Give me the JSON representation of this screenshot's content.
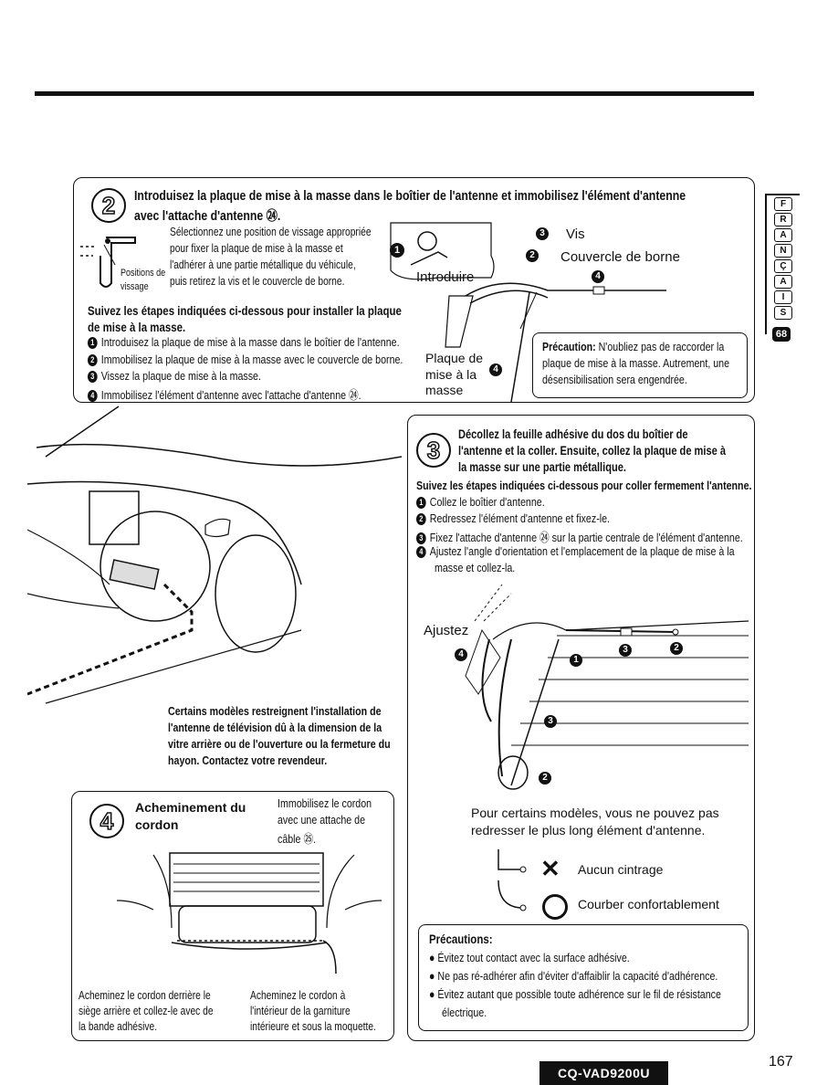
{
  "step2": {
    "num": "2",
    "title_l1": "Introduisez la plaque de mise à la masse dans le boîtier de l'antenne et immobilisez l'élément d'antenne",
    "title_l2": "avec l'attache d'antenne ㉔.",
    "select_l1": "Sélectionnez une position de vissage appropriée",
    "select_l2": "pour fixer la plaque de mise à la masse et",
    "select_l3": "l'adhérer à une partie métallique du véhicule,",
    "select_l4": "puis retirez la vis et le couvercle de borne.",
    "positions_l1": "Positions de",
    "positions_l2": "vissage",
    "follow_l1": "Suivez les étapes indiquées ci-dessous pour installer la plaque",
    "follow_l2": "de mise à la masse.",
    "steps": [
      {
        "n": "1",
        "text": "Introduisez la plaque de mise à la masse dans le boîtier de l'antenne."
      },
      {
        "n": "2",
        "text": "Immobilisez la plaque de mise à la masse avec le couvercle de borne."
      },
      {
        "n": "3",
        "text": "Vissez la plaque de mise à la masse."
      },
      {
        "n": "4",
        "text": "Immobilisez l'élément d'antenne avec l'attache d'antenne ㉔."
      }
    ],
    "label_introduire": "Introduire",
    "label_vis": "Vis",
    "label_couvercle": "Couvercle de borne",
    "label_plaque_l1": "Plaque de",
    "label_plaque_l2": "mise à la",
    "label_plaque_l3": "masse",
    "caution_label": "Précaution:",
    "caution_l1": " N'oubliez pas de raccorder la",
    "caution_l2": "plaque de mise à la masse. Autrement, une",
    "caution_l3": "désensibilisation sera engendrée."
  },
  "step3": {
    "num": "3",
    "title_l1": "Décollez la feuille adhésive du dos du boîtier de",
    "title_l2": "l'antenne et la coller. Ensuite, collez la plaque de mise à",
    "title_l3": "la masse sur une partie métallique.",
    "follow": "Suivez les étapes indiquées ci-dessous pour coller fermement l'antenne.",
    "steps": [
      {
        "n": "1",
        "text": "Collez le boîtier d'antenne."
      },
      {
        "n": "2",
        "text": "Redressez l'élément d'antenne et fixez-le."
      },
      {
        "n": "3",
        "text": "Fixez l'attache d'antenne ㉔ sur la partie centrale de l'élément d'antenne."
      },
      {
        "n": "4",
        "text": "Ajustez l'angle d'orientation et l'emplacement de la plaque de mise à la"
      }
    ],
    "step4_cont": "masse et collez-la.",
    "label_ajustez": "Ajustez",
    "some_models_l1": "Pour certains modèles, vous ne pouvez pas",
    "some_models_l2": "redresser le plus long élément d'antenne.",
    "no_bend": "Aucun cintrage",
    "gentle_bend": "Courber confortablement",
    "precautions_title": "Précautions:",
    "precautions": [
      "Évitez tout contact avec la surface adhésive.",
      "Ne pas ré-adhérer afin d'éviter d'affaiblir la capacité d'adhérence.",
      "Évitez autant que possible toute adhérence sur le fil de résistance"
    ],
    "precaution_cont": "électrique."
  },
  "car_note_l1": "Certains modèles restreignent l'installation de",
  "car_note_l2": "l'antenne de télévision dû à la dimension de la",
  "car_note_l3": "vitre arrière ou de l'ouverture ou la fermeture du",
  "car_note_l4": "hayon. Contactez votre revendeur.",
  "step4": {
    "num": "4",
    "title_l1": "Acheminement du",
    "title_l2": "cordon",
    "clamp_l1": "Immobilisez le cordon",
    "clamp_l2": "avec une attache de",
    "clamp_l3": "câble ㉕.",
    "left_l1": "Acheminez le cordon derrière le",
    "left_l2": "siège arrière et collez-le avec de",
    "left_l3": "la bande adhésive.",
    "right_l1": "Acheminez le cordon à",
    "right_l2": "l'intérieur de la garniture",
    "right_l3": "intérieure et sous la moquette."
  },
  "sidetab_letters": [
    "F",
    "R",
    "A",
    "N",
    "Ç",
    "A",
    "I",
    "S"
  ],
  "sidetab_num": "68",
  "page_number": "167",
  "model": "CQ-VAD9200U"
}
